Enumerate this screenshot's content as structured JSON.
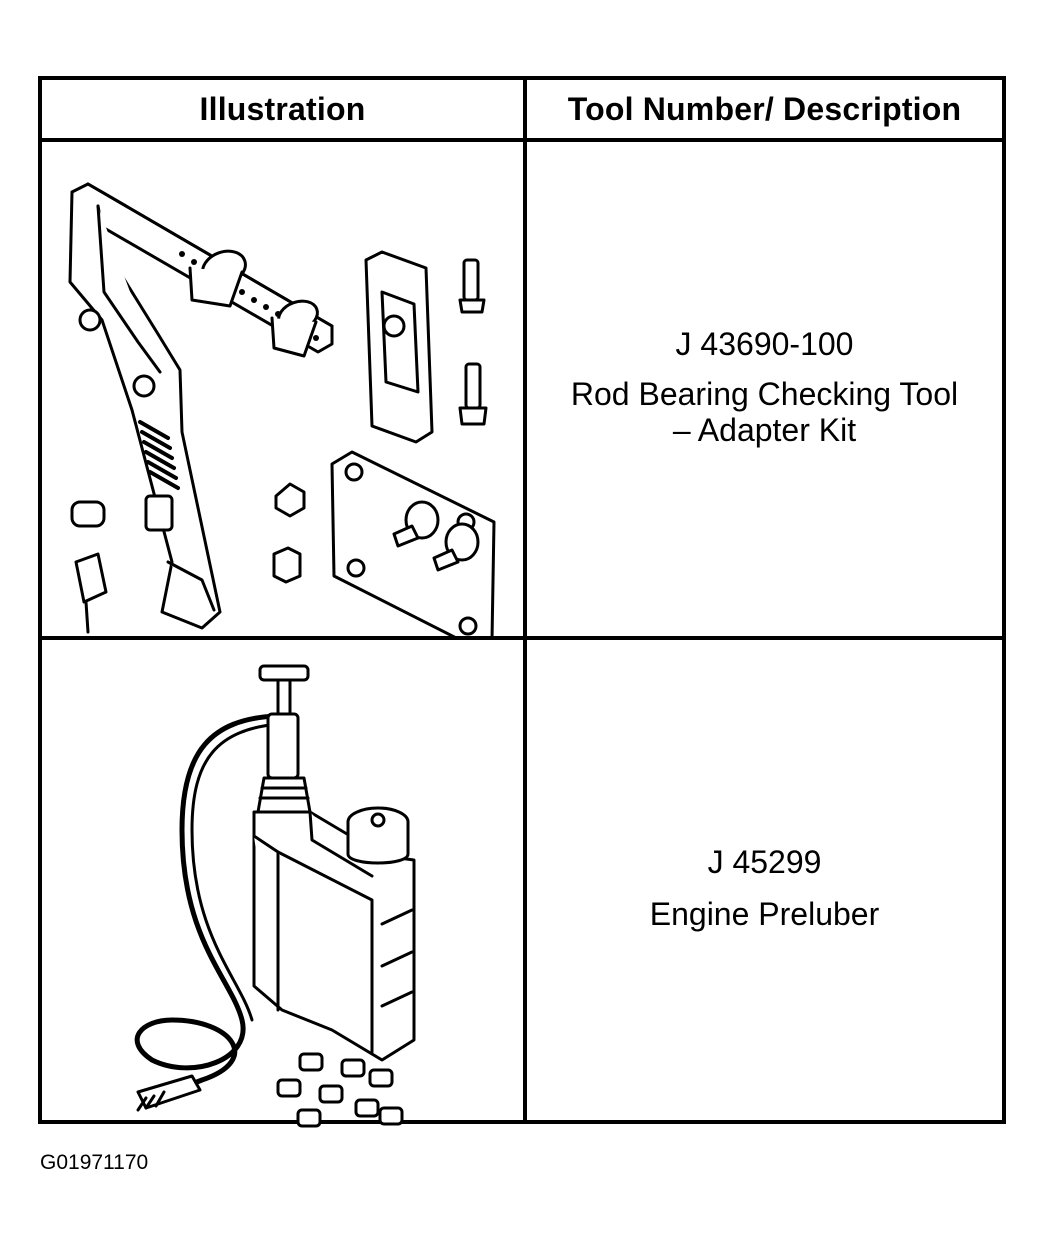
{
  "table": {
    "headers": {
      "illustration": "Illustration",
      "tool": "Tool Number/ Description"
    },
    "rows": [
      {
        "tool_number": "J 43690-100",
        "description_lines": [
          "Rod Bearing Checking Tool",
          "– Adapter Kit"
        ],
        "illustration_icon": "rod-bearing-checking-tool-kit-icon"
      },
      {
        "tool_number": "J 45299",
        "description_lines": [
          "Engine Preluber"
        ],
        "illustration_icon": "engine-preluber-icon"
      }
    ]
  },
  "footer": {
    "figure_code": "G01971170"
  }
}
